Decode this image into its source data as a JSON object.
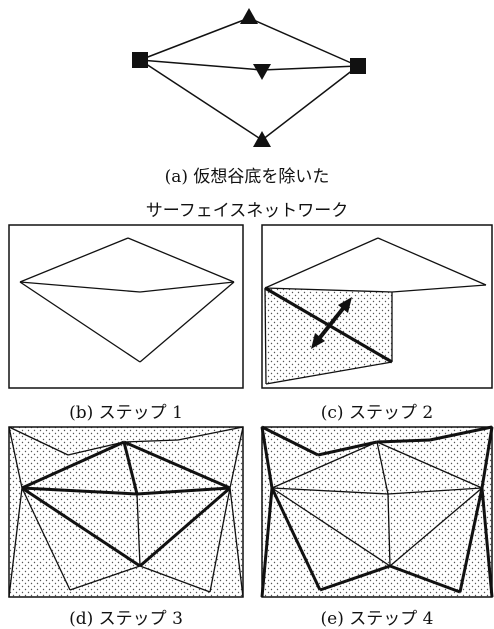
{
  "captions": {
    "a_line1": "(a) 仮想谷底を除いた",
    "a_line2": "サーフェイスネットワーク",
    "b": "(b) ステップ 1",
    "c": "(c) ステップ 2",
    "d": "(d) ステップ 3",
    "e": "(e) ステップ 4"
  },
  "legend_markers": {
    "peak": "triangle-up",
    "pit": "triangle-down",
    "pass": "square"
  },
  "colors": {
    "line": "#111111",
    "stipple": "#555555",
    "background": "#ffffff"
  }
}
